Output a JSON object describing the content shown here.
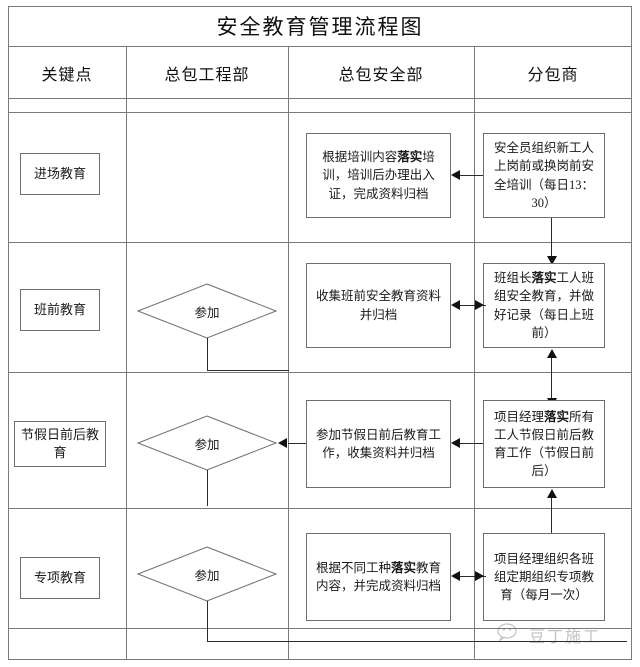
{
  "title": "安全教育管理流程图",
  "columns": [
    {
      "id": "key-point",
      "label": "关键点"
    },
    {
      "id": "gc-dept",
      "label": "总包工程部"
    },
    {
      "id": "safety-dept",
      "label": "总包安全部"
    },
    {
      "id": "subcontractor",
      "label": "分包商"
    }
  ],
  "rows": [
    {
      "id": "entry-education",
      "key_point": "进场教育",
      "gc_dept": null,
      "safety_dept": "根据培训内容落实培训，培训后办理出入证，完成资料归档",
      "safety_dept_parts": [
        {
          "text": "根据培训内容",
          "bold": false
        },
        {
          "text": "落实",
          "bold": true
        },
        {
          "text": "培训，培训后办理出入证，完成资料归档",
          "bold": false
        }
      ],
      "subcontractor": "安全员组织新工人上岗前或换岗前安全培训（每日13：30）",
      "subcontractor_parts": [
        {
          "text": "安全员组织新工人上岗前或换岗前安全培训（每日13：30）",
          "bold": false
        }
      ],
      "link_type": "left-arrow"
    },
    {
      "id": "preshift-education",
      "key_point": "班前教育",
      "gc_dept": "参加",
      "safety_dept": "收集班前安全教育资料并归档",
      "safety_dept_parts": [
        {
          "text": "收集班前安全教育资料并归档",
          "bold": false
        }
      ],
      "subcontractor": "班组长落实工人班组安全教育，并做好记录（每日上班前）",
      "subcontractor_parts": [
        {
          "text": "班组长",
          "bold": false
        },
        {
          "text": "落实",
          "bold": true
        },
        {
          "text": "工人班组安全教育，并做好记录（每日上班前）",
          "bold": false
        }
      ],
      "link_type": "double-arrow"
    },
    {
      "id": "holiday-education",
      "key_point": "节假日前后教育",
      "gc_dept": "参加",
      "safety_dept": "参加节假日前后教育工作，收集资料并归档",
      "safety_dept_parts": [
        {
          "text": "参加节假日前后教育工作，收集资料并归档",
          "bold": false
        }
      ],
      "subcontractor": "项目经理落实所有工人节假日前后教育工作（节假日前后）",
      "subcontractor_parts": [
        {
          "text": "项目经理",
          "bold": false
        },
        {
          "text": "落实",
          "bold": true
        },
        {
          "text": "所有工人节假日前后教育工作（节假日前后）",
          "bold": false
        }
      ],
      "link_type": "left-arrow"
    },
    {
      "id": "special-education",
      "key_point": "专项教育",
      "gc_dept": "参加",
      "safety_dept": "根据不同工种落实教育内容，并完成资料归档",
      "safety_dept_parts": [
        {
          "text": "根据不同工种",
          "bold": false
        },
        {
          "text": "落实",
          "bold": true
        },
        {
          "text": "教育内容，并完成资料归档",
          "bold": false
        }
      ],
      "subcontractor": "项目经理组织各班组定期组织专项教育（每月一次）",
      "subcontractor_parts": [
        {
          "text": "项目经理组织各班组定期组织专项教育（每月一次）",
          "bold": false
        }
      ],
      "link_type": "double-arrow"
    }
  ],
  "decision_label": "参加",
  "watermark": {
    "icon": "wechat-bubble-icon",
    "text": "豆丁施工"
  },
  "colors": {
    "frame": "#7b7b7b",
    "box_border": "#6e6e6e",
    "connector": "#2b2b2b",
    "text": "#1a1a1a",
    "background": "#ffffff"
  }
}
